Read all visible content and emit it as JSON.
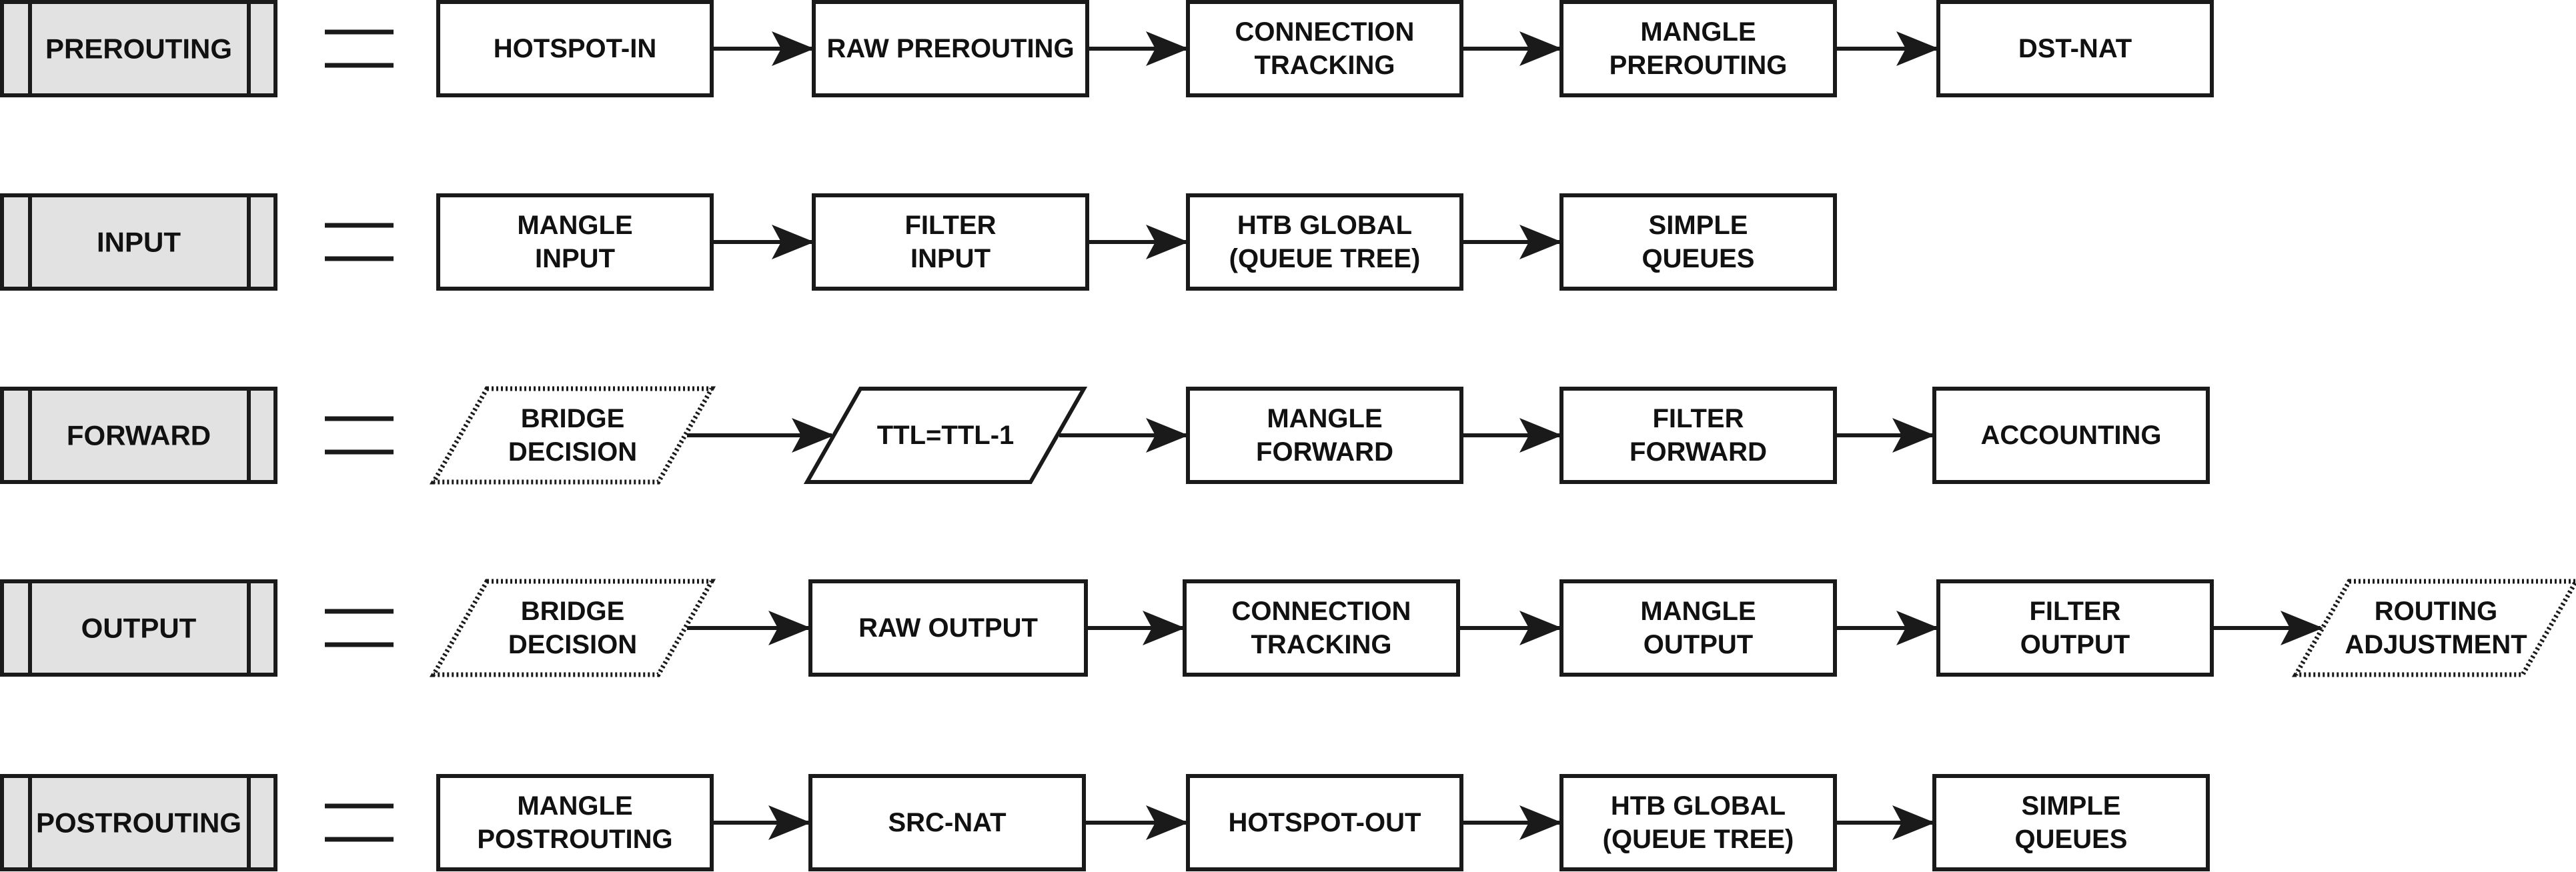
{
  "colors": {
    "stroke": "#1a1a1a",
    "chain_fill": "#e2e2e2",
    "box_fill": "#ffffff",
    "arrow": "#1a1a1a"
  },
  "chains": [
    {
      "name": "PREROUTING",
      "steps": [
        {
          "lines": [
            "HOTSPOT-IN"
          ],
          "shape": "rect"
        },
        {
          "lines": [
            "RAW PREROUTING"
          ],
          "shape": "rect"
        },
        {
          "lines": [
            "CONNECTION",
            "TRACKING"
          ],
          "shape": "rect"
        },
        {
          "lines": [
            "MANGLE",
            "PREROUTING"
          ],
          "shape": "rect"
        },
        {
          "lines": [
            "DST-NAT"
          ],
          "shape": "rect"
        }
      ]
    },
    {
      "name": "INPUT",
      "steps": [
        {
          "lines": [
            "MANGLE",
            "INPUT"
          ],
          "shape": "rect"
        },
        {
          "lines": [
            "FILTER",
            "INPUT"
          ],
          "shape": "rect"
        },
        {
          "lines": [
            "HTB GLOBAL",
            "(QUEUE TREE)"
          ],
          "shape": "rect"
        },
        {
          "lines": [
            "SIMPLE",
            "QUEUES"
          ],
          "shape": "rect"
        }
      ]
    },
    {
      "name": "FORWARD",
      "steps": [
        {
          "lines": [
            "BRIDGE",
            "DECISION"
          ],
          "shape": "para-dotted"
        },
        {
          "lines": [
            "TTL=TTL-1"
          ],
          "shape": "para"
        },
        {
          "lines": [
            "MANGLE",
            "FORWARD"
          ],
          "shape": "rect"
        },
        {
          "lines": [
            "FILTER",
            "FORWARD"
          ],
          "shape": "rect"
        },
        {
          "lines": [
            "ACCOUNTING"
          ],
          "shape": "rect"
        }
      ]
    },
    {
      "name": "OUTPUT",
      "steps": [
        {
          "lines": [
            "BRIDGE",
            "DECISION"
          ],
          "shape": "para-dotted"
        },
        {
          "lines": [
            "RAW OUTPUT"
          ],
          "shape": "rect"
        },
        {
          "lines": [
            "CONNECTION",
            "TRACKING"
          ],
          "shape": "rect"
        },
        {
          "lines": [
            "MANGLE",
            "OUTPUT"
          ],
          "shape": "rect"
        },
        {
          "lines": [
            "FILTER",
            "OUTPUT"
          ],
          "shape": "rect"
        },
        {
          "lines": [
            "ROUTING",
            "ADJUSTMENT"
          ],
          "shape": "para-dotted"
        }
      ]
    },
    {
      "name": "POSTROUTING",
      "steps": [
        {
          "lines": [
            "MANGLE",
            "POSTROUTING"
          ],
          "shape": "rect"
        },
        {
          "lines": [
            "SRC-NAT"
          ],
          "shape": "rect"
        },
        {
          "lines": [
            "HOTSPOT-OUT"
          ],
          "shape": "rect"
        },
        {
          "lines": [
            "HTB GLOBAL",
            "(QUEUE TREE)"
          ],
          "shape": "rect"
        },
        {
          "lines": [
            "SIMPLE",
            "QUEUES"
          ],
          "shape": "rect"
        }
      ]
    }
  ]
}
